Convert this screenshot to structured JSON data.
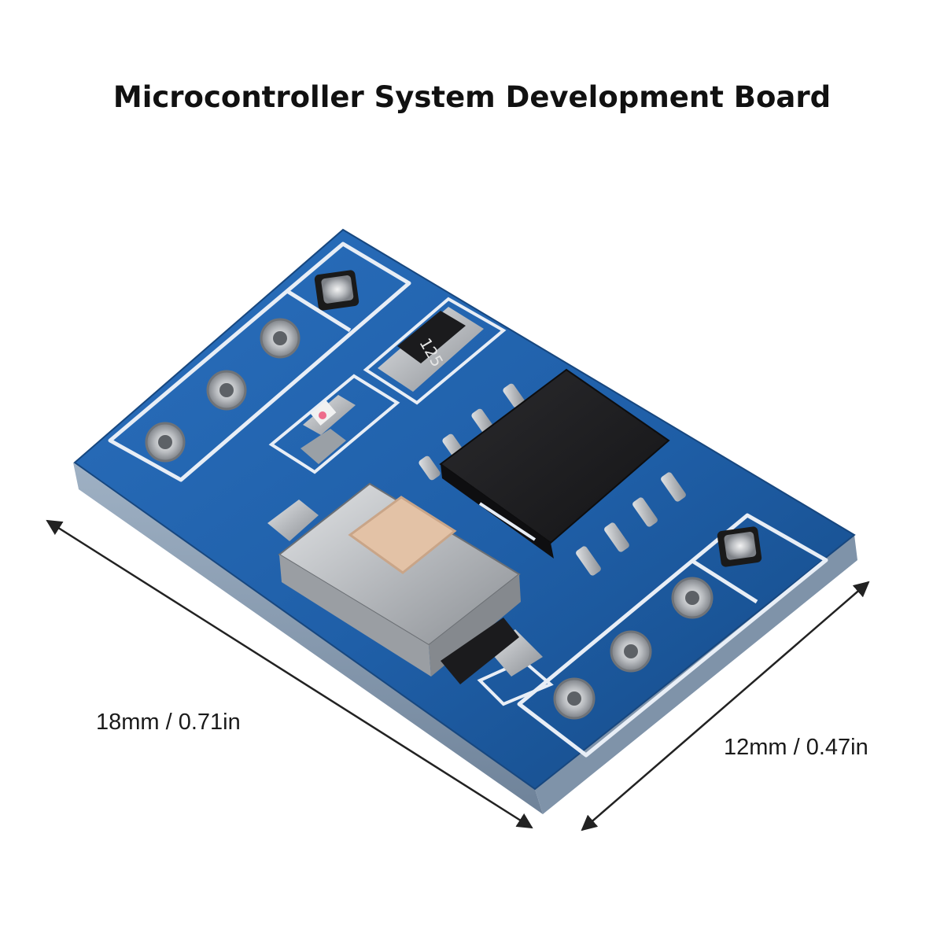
{
  "title": "Microcontroller System Development Board",
  "dimensions": {
    "length": "18mm / 0.71in",
    "width": "12mm / 0.47in"
  },
  "components": {
    "resistor_marking": "125"
  },
  "colors": {
    "pcb": "#1f5fa8",
    "pcb_dark": "#17477f",
    "silkscreen": "#e8eef6",
    "chip": "#1c1c1e",
    "metal": "#b9bcc0",
    "button_cap": "#e3c2a6",
    "text": "#111111"
  }
}
